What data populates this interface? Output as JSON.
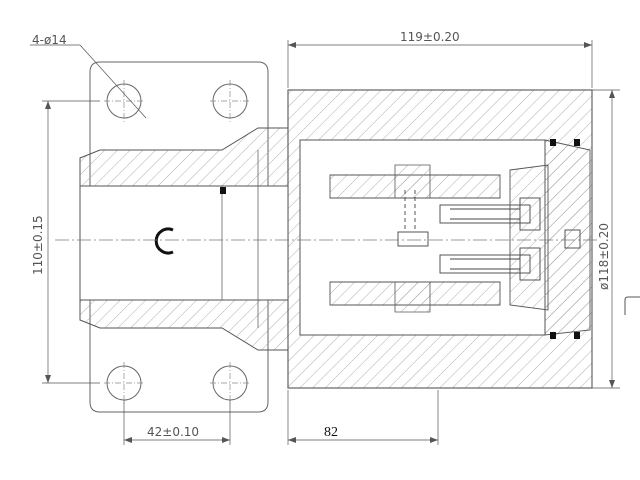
{
  "drawing": {
    "labels": {
      "holes": "4-ø14",
      "length": "119±0.20",
      "height": "110±0.15",
      "diameter": "ø118±0.20",
      "pitch": "42±0.10",
      "offset": "82"
    }
  }
}
